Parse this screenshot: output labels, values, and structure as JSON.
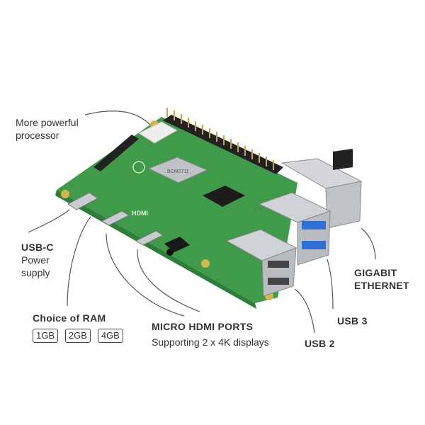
{
  "labels": {
    "processor": [
      "More powerful",
      "processor"
    ],
    "usbc": {
      "title": "USB-C",
      "sub": [
        "Power",
        "supply"
      ]
    },
    "ram": {
      "title": "Choice of RAM",
      "options": [
        "1GB",
        "2GB",
        "4GB"
      ]
    },
    "hdmi": {
      "title": "MICRO HDMI PORTS",
      "sub": "Supporting 2 x 4K displays"
    },
    "ethernet": [
      "GIGABIT",
      "ETHERNET"
    ],
    "usb3": "USB 3",
    "usb2": "USB 2"
  },
  "board": {
    "chip_text": "BCM2711",
    "hdmi_text": "HDMI",
    "colors": {
      "pcb": "#3f9a4a",
      "pcb_dark": "#2f7d3a",
      "metal": "#c9ccd0",
      "usb3_blue": "#2f6fd6",
      "gold": "#d8b54a"
    }
  }
}
